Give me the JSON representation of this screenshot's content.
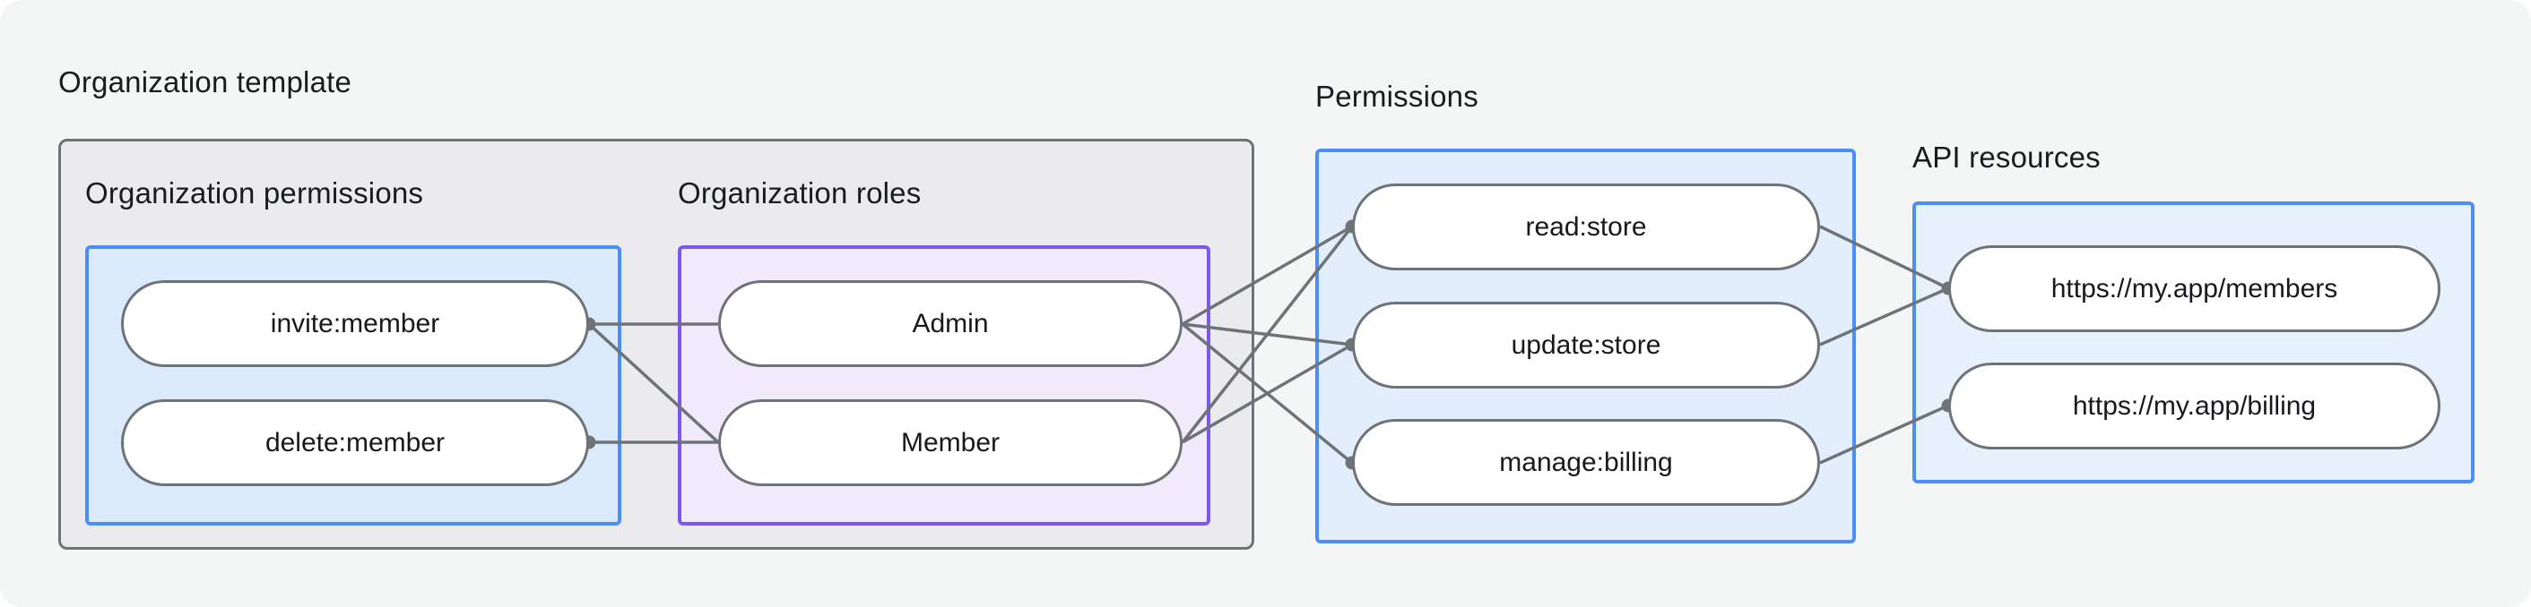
{
  "titles": {
    "org_template": "Organization template",
    "org_permissions": "Organization permissions",
    "org_roles": "Organization roles",
    "permissions": "Permissions",
    "api_resources": "API resources"
  },
  "nodes": {
    "invite": {
      "label": "invite:member"
    },
    "delete": {
      "label": "delete:member"
    },
    "admin": {
      "label": "Admin"
    },
    "member": {
      "label": "Member"
    },
    "read_store": {
      "label": "read:store"
    },
    "update_store": {
      "label": "update:store"
    },
    "manage_billing": {
      "label": "manage:billing"
    },
    "api_members": {
      "label": "https://my.app/members"
    },
    "api_billing": {
      "label": "https://my.app/billing"
    }
  },
  "edges": [
    {
      "from": "invite:member",
      "to": "Admin"
    },
    {
      "from": "invite:member",
      "to": "Member"
    },
    {
      "from": "delete:member",
      "to": "Member"
    },
    {
      "from": "Admin",
      "to": "read:store"
    },
    {
      "from": "Admin",
      "to": "update:store"
    },
    {
      "from": "Admin",
      "to": "manage:billing"
    },
    {
      "from": "Member",
      "to": "read:store"
    },
    {
      "from": "Member",
      "to": "update:store"
    },
    {
      "from": "read:store",
      "to": "https://my.app/members"
    },
    {
      "from": "update:store",
      "to": "https://my.app/members"
    },
    {
      "from": "manage:billing",
      "to": "https://my.app/billing"
    }
  ],
  "colors": {
    "canvas_bg": "#f4f6f6",
    "template_box_bg": "#ebebed",
    "template_box_border": "#6e7378",
    "blue_box_border": "#4c8ef7",
    "blue_box_bg": "#dbeafb",
    "purple_box_border": "#7a58f0",
    "purple_box_bg": "#f1eafb",
    "pill_bg": "#ffffff",
    "pill_border": "#6e7378",
    "edge_line": "#6e7378",
    "text": "#17191c"
  }
}
